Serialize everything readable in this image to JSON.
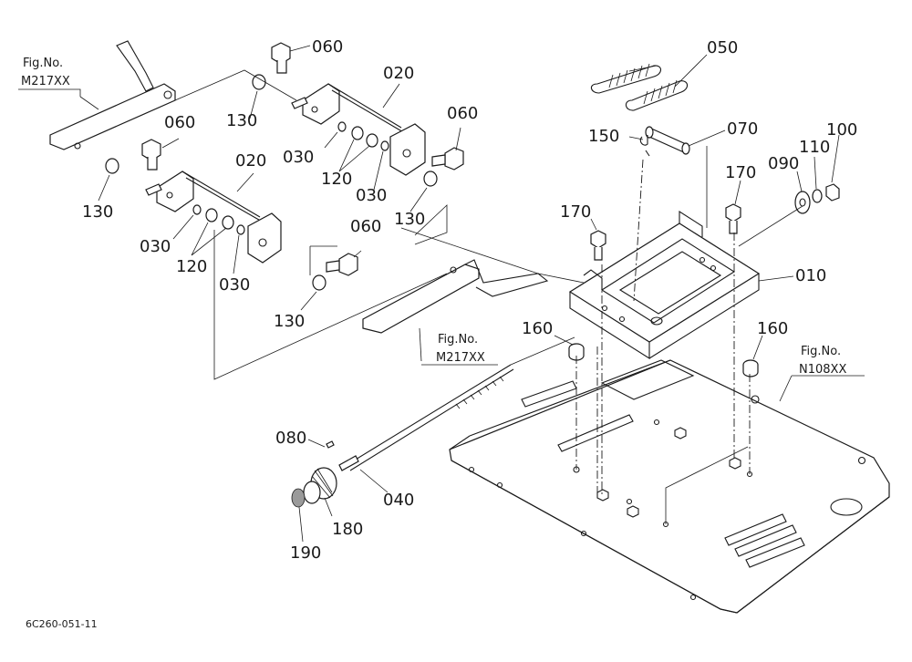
{
  "part_labels": {
    "p060_top": "060",
    "p060_left": "060",
    "p060_right": "060",
    "p060_mid": "060",
    "p020_top": "020",
    "p020_left": "020",
    "p050": "050",
    "p070": "070",
    "p150": "150",
    "p100": "100",
    "p110": "110",
    "p090": "090",
    "p170_right": "170",
    "p170_left": "170",
    "p010": "010",
    "p130_top": "130",
    "p130_left": "130",
    "p130_right": "130",
    "p130_bottom": "130",
    "p030_a": "030",
    "p030_b": "030",
    "p030_c": "030",
    "p030_d": "030",
    "p120_a": "120",
    "p120_b": "120",
    "p160_left": "160",
    "p160_right": "160",
    "p080": "080",
    "p040": "040",
    "p180": "180",
    "p190": "190"
  },
  "fig_refs": {
    "ref1_line1": "Fig.No.",
    "ref1_line2": "M217XX",
    "ref2_line1": "Fig.No.",
    "ref2_line2": "M217XX",
    "ref3_line1": "Fig.No.",
    "ref3_line2": "N108XX"
  },
  "diagram_code": "6C260-051-11"
}
